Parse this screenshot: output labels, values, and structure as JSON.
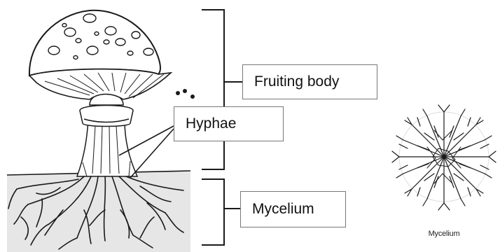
{
  "labels": {
    "fruiting_body": "Fruiting body",
    "hyphae": "Hyphae",
    "mycelium": "Mycelium",
    "mycelium_caption": "Mycelium"
  },
  "colors": {
    "ink": "#1a1a1a",
    "box_border": "#777777",
    "soil": "#e6e6e6",
    "background": "#ffffff"
  }
}
